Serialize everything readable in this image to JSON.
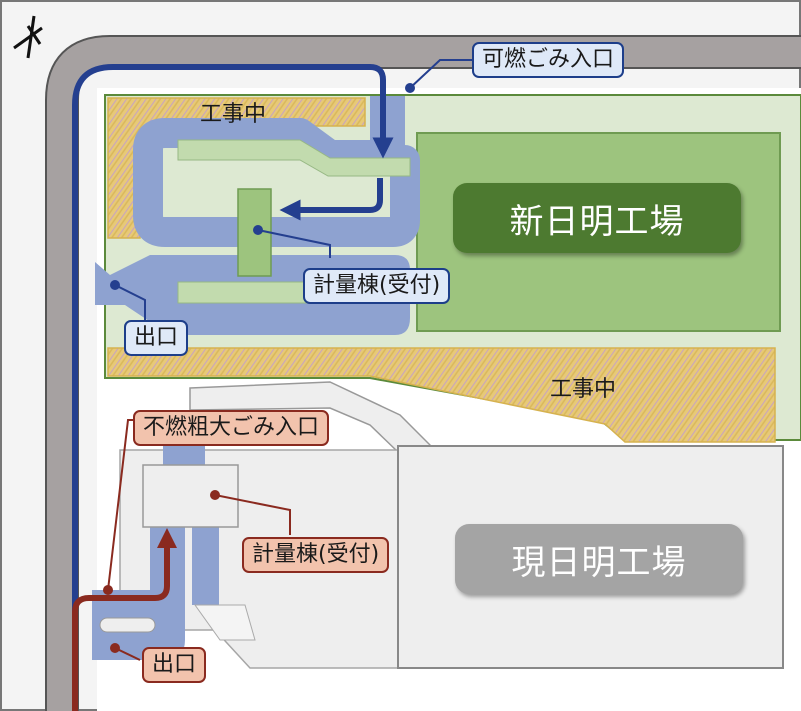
{
  "map": {
    "labels": {
      "burnable_entrance": "可燃ごみ入口",
      "new_weighbridge": "計量棟(受付)",
      "new_exit": "出口",
      "nonburnable_entrance": "不燃粗大ごみ入口",
      "old_weighbridge": "計量棟(受付)",
      "old_exit": "出口",
      "construction_1": "工事中",
      "construction_2": "工事中"
    },
    "buildings": {
      "new_plant": "新日明工場",
      "old_plant": "現日明工場"
    },
    "icons": {
      "north": "north-arrow-icon"
    },
    "colors": {
      "road": "#a6a1a1",
      "new_site": "#dde9d2",
      "new_plant_block": "#9dc47e",
      "new_plant_label": "#4d7a30",
      "old_plant_label": "#a4a4a4",
      "service_road": "#8ea2d0",
      "blue_route": "#243f8f",
      "red_route": "#8a2a1f",
      "construction": "#e3c16e"
    }
  }
}
